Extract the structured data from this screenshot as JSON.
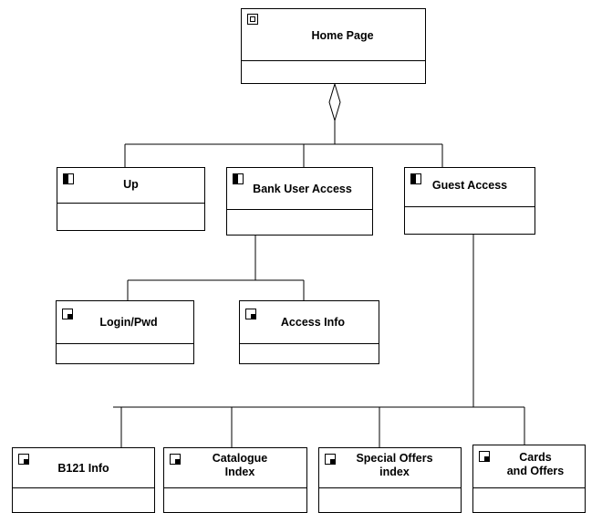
{
  "diagram": {
    "nodes": [
      {
        "id": "home",
        "label": "Home Page",
        "icon": "root-icon"
      },
      {
        "id": "up",
        "label": "Up",
        "icon": "half-filled-square-icon"
      },
      {
        "id": "bank",
        "label": "Bank User Access",
        "icon": "half-filled-square-icon"
      },
      {
        "id": "guest",
        "label": "Guest Access",
        "icon": "half-filled-square-icon"
      },
      {
        "id": "login",
        "label": "Login/Pwd",
        "icon": "corner-filled-square-icon"
      },
      {
        "id": "access",
        "label": "Access Info",
        "icon": "corner-filled-square-icon"
      },
      {
        "id": "b121",
        "label": "B121 Info",
        "icon": "corner-filled-square-icon"
      },
      {
        "id": "catalogue",
        "label": "Catalogue\nIndex",
        "icon": "corner-filled-square-icon"
      },
      {
        "id": "special",
        "label": "Special Offers\nindex",
        "icon": "corner-filled-square-icon"
      },
      {
        "id": "cards",
        "label": "Cards\nand Offers",
        "icon": "corner-filled-square-icon"
      }
    ],
    "edges": [
      {
        "from": "home",
        "to": "up",
        "type": "aggregation"
      },
      {
        "from": "home",
        "to": "bank",
        "type": "aggregation"
      },
      {
        "from": "home",
        "to": "guest",
        "type": "aggregation"
      },
      {
        "from": "bank",
        "to": "login",
        "type": "association"
      },
      {
        "from": "bank",
        "to": "access",
        "type": "association"
      },
      {
        "from": "guest",
        "to": "b121",
        "type": "association"
      },
      {
        "from": "guest",
        "to": "catalogue",
        "type": "association"
      },
      {
        "from": "guest",
        "to": "special",
        "type": "association"
      },
      {
        "from": "guest",
        "to": "cards",
        "type": "association"
      }
    ],
    "colors": {
      "line": "#000000",
      "box": "#ffffff",
      "text": "#000000"
    }
  }
}
